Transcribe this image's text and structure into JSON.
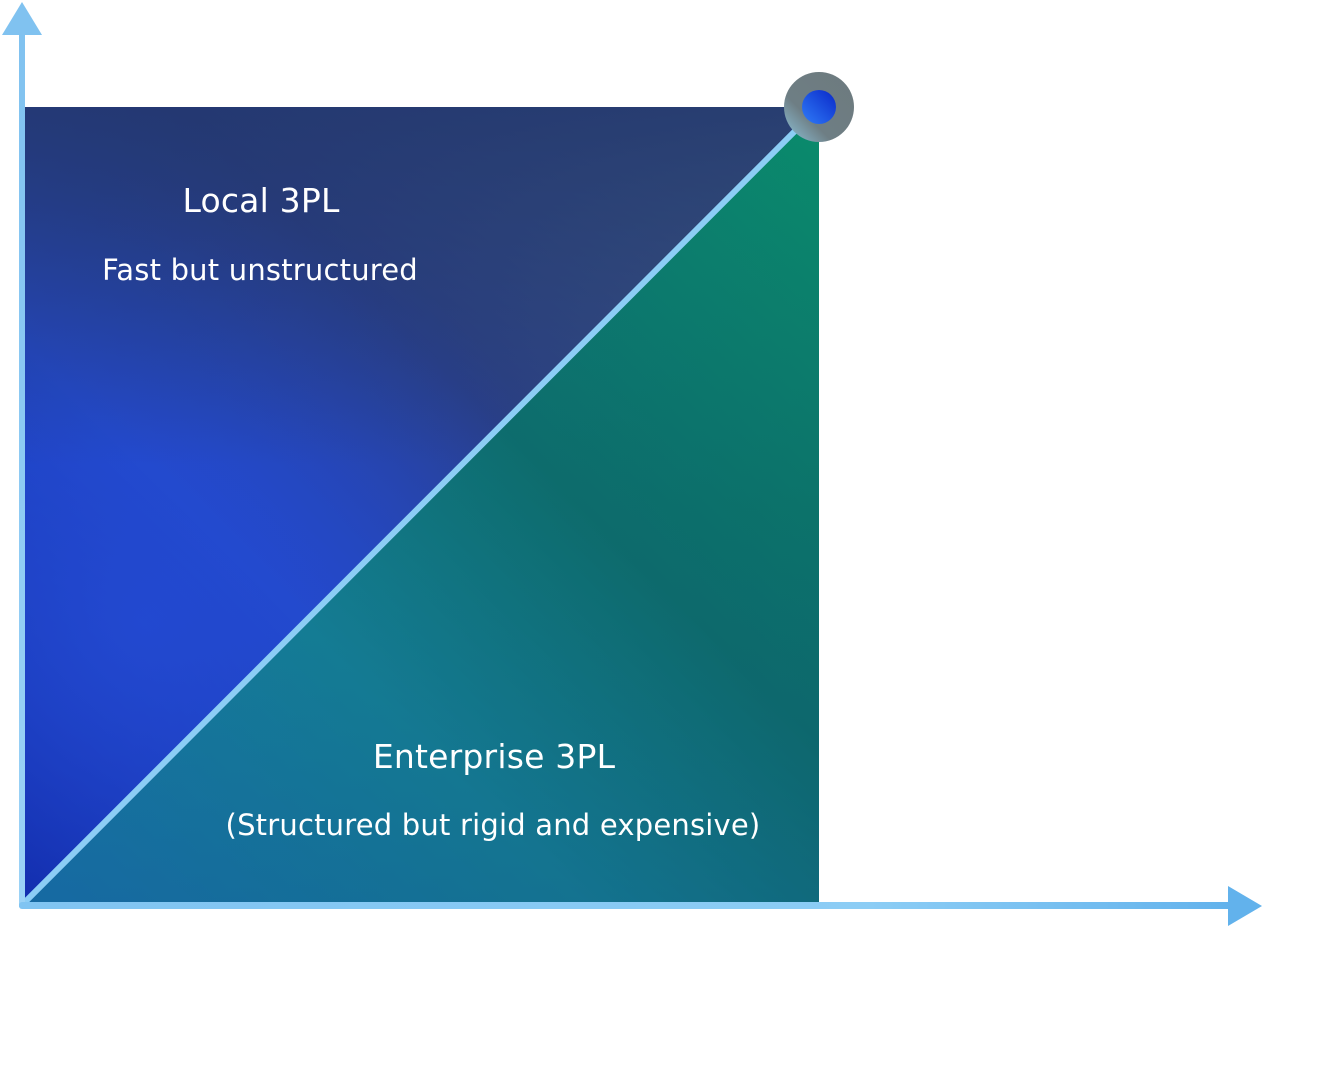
{
  "diagram": {
    "type": "quadrant-comparison",
    "regions": [
      {
        "id": "upper-left",
        "title": "Local 3PL",
        "subtitle": "Fast but unstructured"
      },
      {
        "id": "lower-right",
        "title": "Enterprise 3PL",
        "subtitle": "(Structured but rigid and expensive)"
      }
    ],
    "axes": {
      "x_label": "",
      "y_label": "",
      "color": "#7cc0f0"
    },
    "marker": {
      "icon": "target-dot-icon",
      "outer_color": "#6e7b80",
      "inner_color": "#1f5ee8"
    },
    "divider_color": "#8ccdf5",
    "colors": {
      "upper_left_top": "#243a72",
      "upper_left_mid": "#2248c8",
      "upper_right_top": "#46647e",
      "lower_left": "#1e7fd4",
      "lower_right": "#0d5c6b",
      "green_edge": "#0b7d66"
    }
  }
}
